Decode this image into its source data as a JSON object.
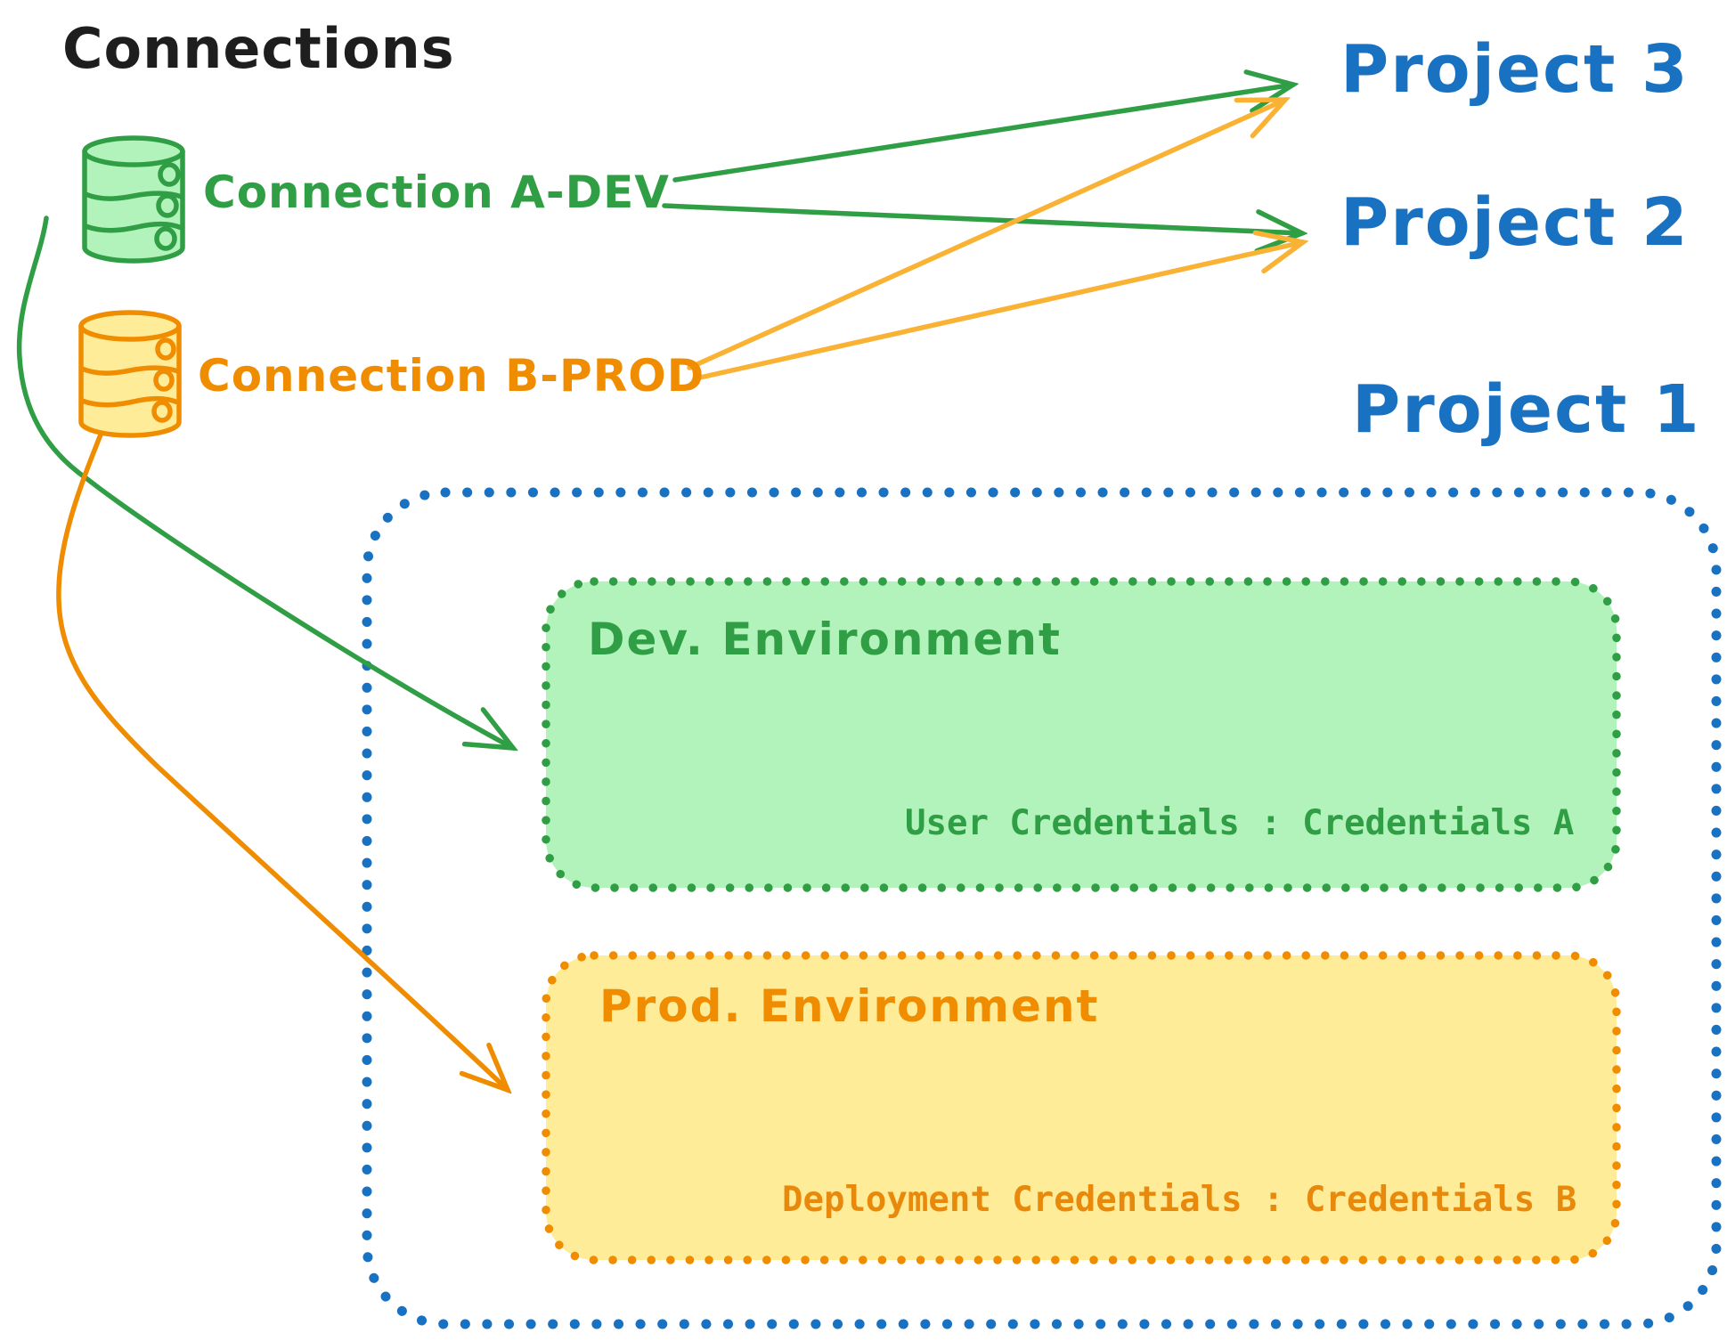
{
  "title": "Connections",
  "connections": [
    {
      "id": "a-dev",
      "label": "Connection A-DEV",
      "icon": "database-icon",
      "color": "#2f9e44"
    },
    {
      "id": "b-prod",
      "label": "Connection B-PROD",
      "icon": "database-icon",
      "color": "#f08c00"
    }
  ],
  "projects": [
    {
      "label": "Project 3"
    },
    {
      "label": "Project 2"
    },
    {
      "label": "Project 1"
    }
  ],
  "environments": [
    {
      "title": "Dev. Environment",
      "credentials": "User Credentials : Credentials A"
    },
    {
      "title": "Prod. Environment",
      "credentials": "Deployment Credentials : Credentials B"
    }
  ],
  "edges": [
    {
      "from": "Connection A-DEV",
      "to": "Project 3",
      "style": "straight-arrow"
    },
    {
      "from": "Connection A-DEV",
      "to": "Project 2",
      "style": "straight-arrow"
    },
    {
      "from": "Connection B-PROD",
      "to": "Project 3",
      "style": "straight-arrow"
    },
    {
      "from": "Connection B-PROD",
      "to": "Project 2",
      "style": "straight-arrow"
    },
    {
      "from": "Connection A-DEV",
      "to": "Dev. Environment",
      "style": "curved-arrow"
    },
    {
      "from": "Connection B-PROD",
      "to": "Prod. Environment",
      "style": "curved-arrow"
    }
  ],
  "colors": {
    "black": "#1e1e1e",
    "green": "#2f9e44",
    "green_fill": "#b2f2bb",
    "orange": "#f08c00",
    "orange_arrow": "#f9b234",
    "yellow_fill": "#ffec99",
    "blue": "#1971c2",
    "background": "#ffffff"
  }
}
